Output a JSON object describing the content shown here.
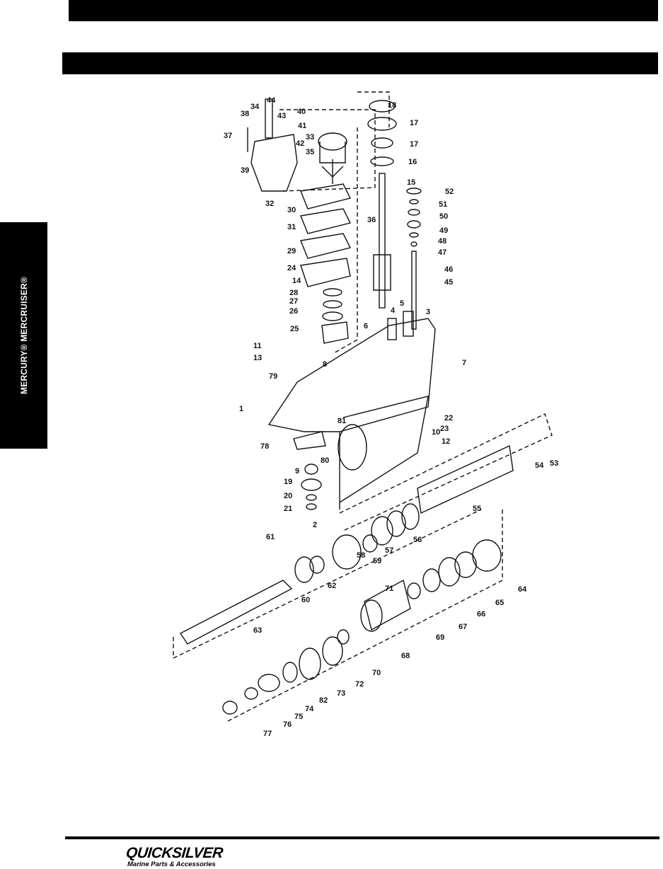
{
  "side_tab": {
    "text": "MERCURY® MERCRUISER®"
  },
  "logo": {
    "brand": "QUICKSILVER",
    "tagline": "Marine Parts & Accessories"
  },
  "diagram": {
    "callouts": [
      "1",
      "2",
      "3",
      "4",
      "5",
      "6",
      "7",
      "8",
      "9",
      "10",
      "11",
      "12",
      "13",
      "14",
      "15",
      "16",
      "17",
      "17",
      "18",
      "19",
      "20",
      "21",
      "22",
      "23",
      "24",
      "25",
      "26",
      "27",
      "28",
      "29",
      "30",
      "31",
      "32",
      "33",
      "34",
      "35",
      "36",
      "37",
      "38",
      "39",
      "40",
      "41",
      "42",
      "43",
      "44",
      "45",
      "46",
      "47",
      "48",
      "49",
      "50",
      "51",
      "52",
      "53",
      "54",
      "55",
      "56",
      "57",
      "58",
      "59",
      "60",
      "61",
      "62",
      "63",
      "64",
      "65",
      "66",
      "67",
      "68",
      "69",
      "70",
      "71",
      "72",
      "73",
      "74",
      "75",
      "76",
      "77",
      "78",
      "79",
      "80",
      "81",
      "82"
    ]
  }
}
